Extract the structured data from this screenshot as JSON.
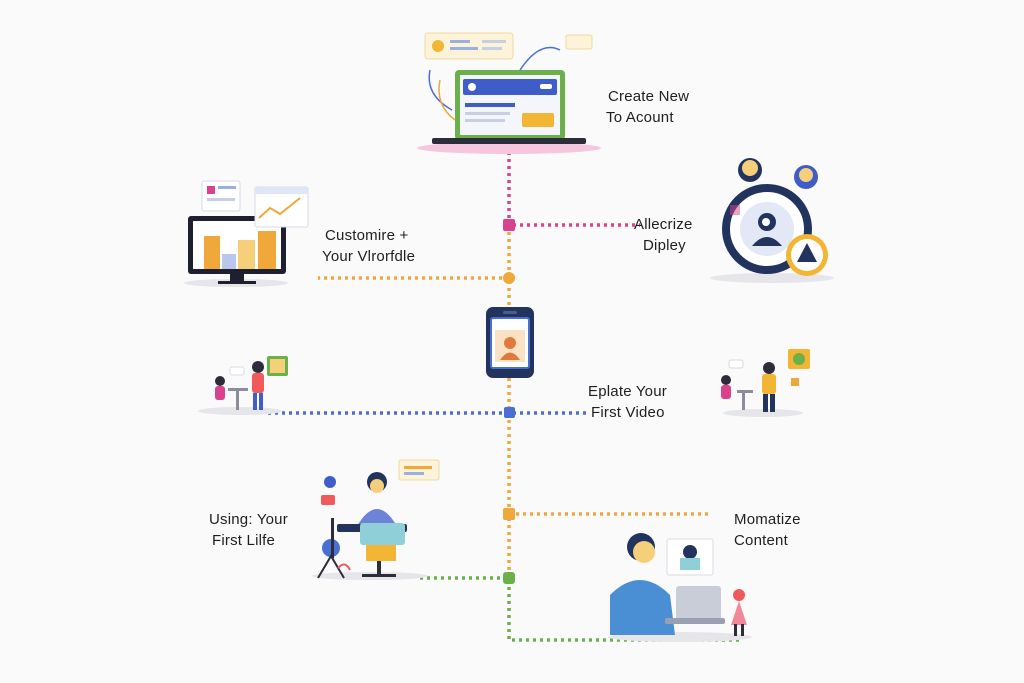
{
  "steps": [
    {
      "line1": "Create New",
      "line2": "To Acount"
    },
    {
      "line1": "Allecrize",
      "line2": "Dipley"
    },
    {
      "line1": "Customire +",
      "line2": "Your Vlrorfdle"
    },
    {
      "line1": "Eplate Your",
      "line2": "First Video"
    },
    {
      "line1": "Using: Your",
      "line2": "First Lilfe"
    },
    {
      "line1": "Momatize",
      "line2": "Content"
    }
  ],
  "colors": {
    "pink": "#d9428c",
    "orange": "#f0a83a",
    "blue": "#4a6fd4",
    "green": "#6bb04a",
    "navy": "#22345e",
    "accent_yellow": "#f2b534"
  }
}
